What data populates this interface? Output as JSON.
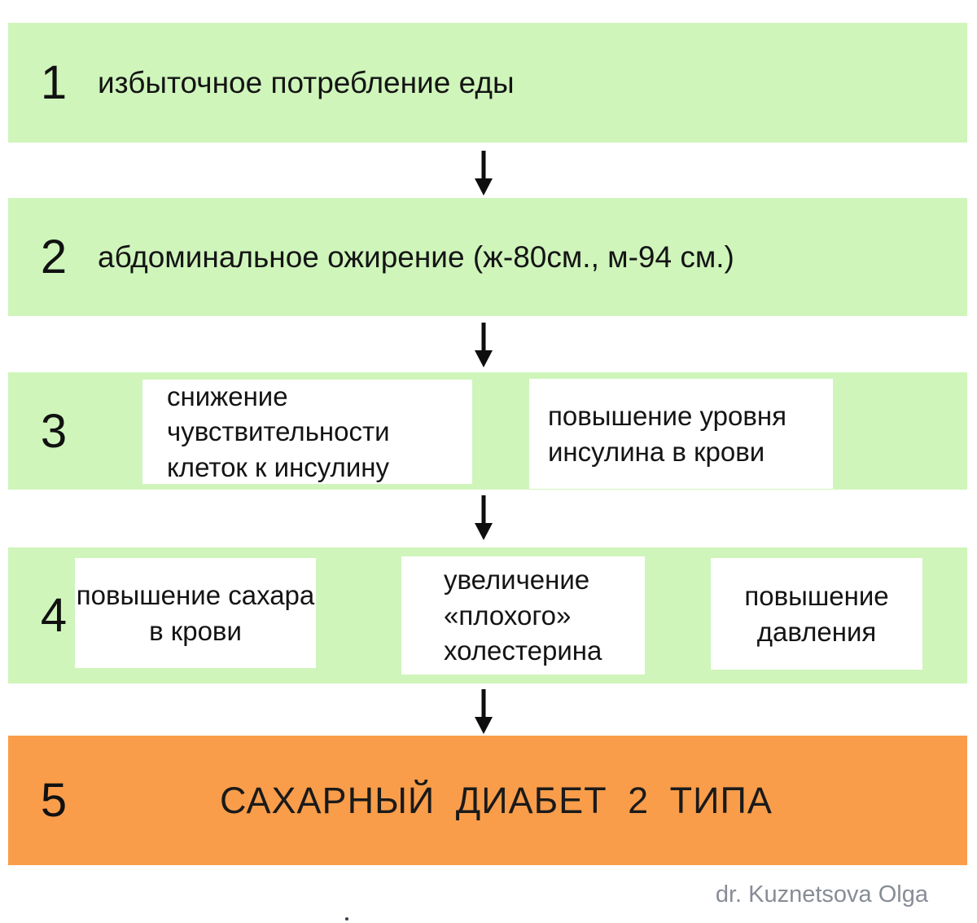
{
  "colors": {
    "green": "#cff5bb",
    "orange": "#f99d4a",
    "text": "#141414",
    "credit_gray": "#878c96"
  },
  "steps": [
    {
      "number": "1",
      "text": "избыточное потребление еды"
    },
    {
      "number": "2",
      "text": "абдоминальное ожирение (ж-80см., м-94 см.)"
    },
    {
      "number": "3",
      "cards": [
        "снижение чувствительности клеток к инсулину",
        "повышение уровня инсулина в крови"
      ]
    },
    {
      "number": "4",
      "cards": [
        "повышение сахара в крови",
        "увеличение «плохого» холестерина",
        "повышение давления"
      ]
    },
    {
      "number": "5",
      "text": "САХАРНЫЙ ДИАБЕТ 2 ТИПА"
    }
  ],
  "arrows": [
    "down",
    "down",
    "down",
    "down"
  ],
  "credit": "dr. Kuznetsova Olga"
}
